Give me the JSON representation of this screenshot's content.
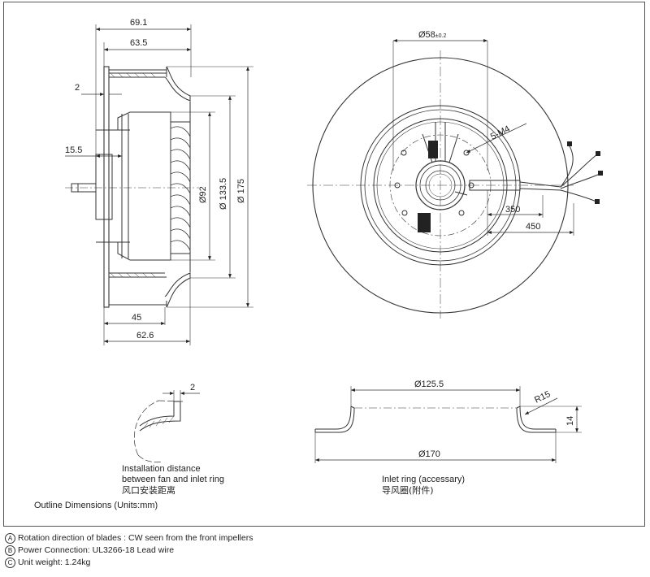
{
  "side_view": {
    "dims": {
      "overall_depth": "69.1",
      "rim_depth": "63.5",
      "rim_thickness": "2",
      "shaft_offset": "15.5",
      "d_inner": "Ø92",
      "d_mid": "Ø 133.5",
      "d_outer": "Ø 175",
      "bottom_a": "45",
      "bottom_b": "62.6"
    }
  },
  "front_view": {
    "dims": {
      "hub_dia": "Ø58",
      "hub_tol": "±0.2",
      "thread": "5-M4",
      "lead_short": "350",
      "lead_long": "450"
    }
  },
  "detail_view": {
    "gap": "2",
    "caption_en_1": "Installation distance",
    "caption_en_2": "between fan and inlet ring",
    "caption_cn": "风口安装距离"
  },
  "inlet_ring": {
    "top_dia": "Ø125.5",
    "radius": "R15",
    "height": "14",
    "bottom_dia": "Ø170",
    "caption_en": "Inlet ring  (accessary)",
    "caption_cn": "导风圈(附件)"
  },
  "outline_label": "Outline Dimensions (Units:mm)",
  "notes": [
    {
      "mark": "A",
      "text": "Rotation direction of blades : CW seen from the front impellers"
    },
    {
      "mark": "B",
      "text": "Power Connection:  UL3266-18 Lead wire"
    },
    {
      "mark": "C",
      "text": "Unit weight:  1.24kg"
    }
  ]
}
